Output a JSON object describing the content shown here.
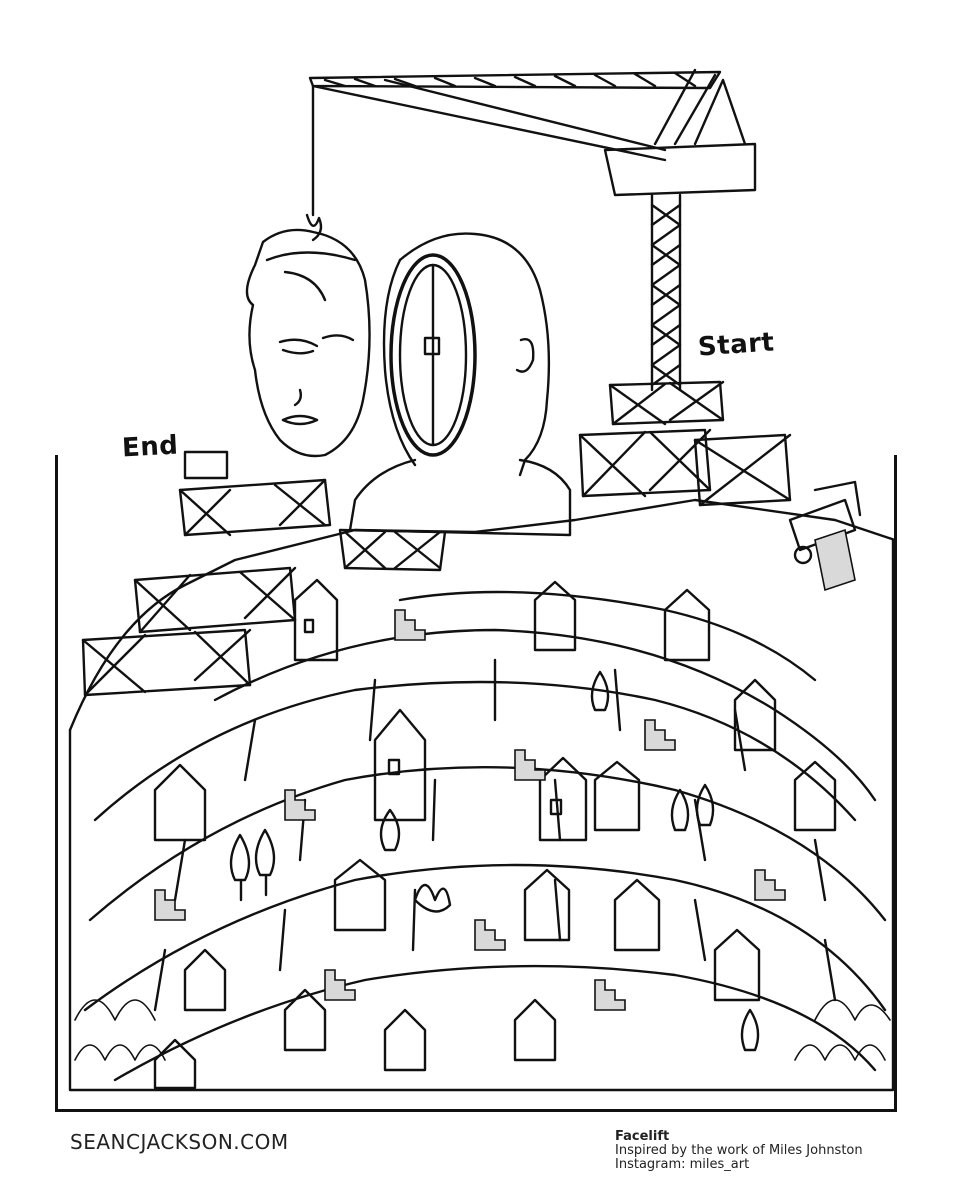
{
  "labels": {
    "start": "Start",
    "end": "End"
  },
  "footer": {
    "website": "SEANCJACKSON.COM",
    "title": "Facelift",
    "inspired": "Inspired by the work of Miles Johnston",
    "instagram": "Instagram: miles_art"
  },
  "colors": {
    "ink": "#111111",
    "paper": "#ffffff",
    "stair_shade": "#d9d9d9"
  }
}
